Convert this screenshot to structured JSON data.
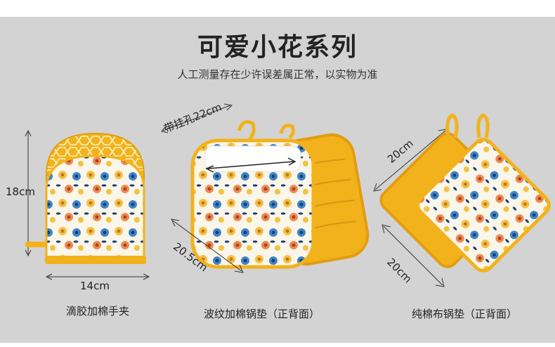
{
  "header": {
    "title": "可爱小花系列",
    "subtitle": "人工测量存在少许误差属正常，以实物为准"
  },
  "products": [
    {
      "caption": "滴胶加棉手夹",
      "height_label": "18cm",
      "width_label": "14cm"
    },
    {
      "caption": "波纹加棉锅垫（正背面）",
      "hang_label": "带挂孔22cm",
      "diag_label": "20.5cm"
    },
    {
      "caption": "纯棉布锅垫（正背面）",
      "top_label": "20cm",
      "bottom_label": "20cm"
    }
  ],
  "colors": {
    "panel": "#d3d3d3",
    "accent_yellow": "#f2b21c",
    "fabric_white": "#fbf6ea"
  }
}
